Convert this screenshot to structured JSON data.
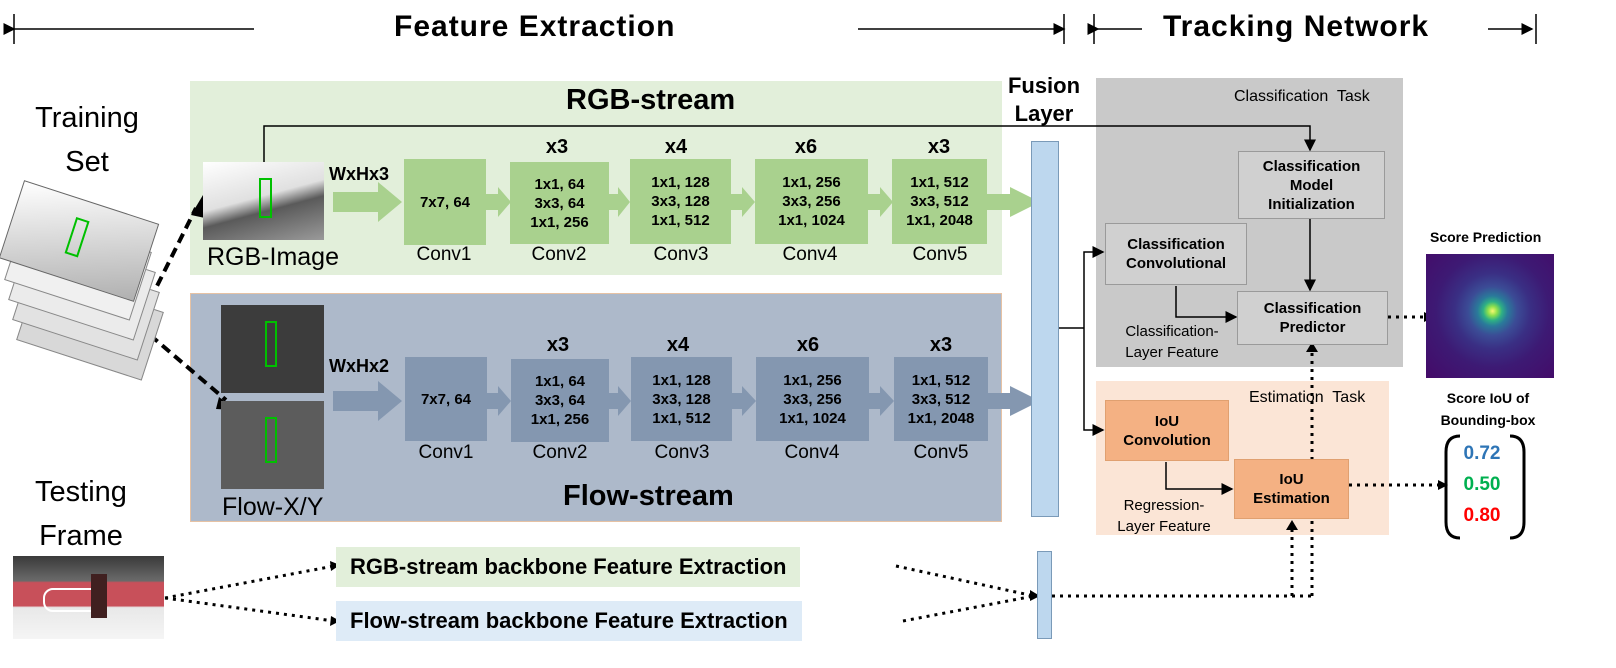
{
  "headers": {
    "feature_extraction": "Feature Extraction",
    "tracking_network": "Tracking Network"
  },
  "left": {
    "training_set": "Training\nSet",
    "testing_frame": "Testing\nFrame"
  },
  "rgb_stream": {
    "title": "RGB-stream",
    "image_label": "RGB-Image",
    "input_dims": "WxHx3",
    "blocks": [
      {
        "mult": "",
        "text": "7x7, 64",
        "caption": "Conv1"
      },
      {
        "mult": "x3",
        "text": "1x1, 64\n3x3, 64\n1x1, 256",
        "caption": "Conv2"
      },
      {
        "mult": "x4",
        "text": "1x1, 128\n3x3, 128\n1x1, 512",
        "caption": "Conv3"
      },
      {
        "mult": "x6",
        "text": "1x1, 256\n3x3, 256\n1x1, 1024",
        "caption": "Conv4"
      },
      {
        "mult": "x3",
        "text": "1x1, 512\n3x3, 512\n1x1, 2048",
        "caption": "Conv5"
      }
    ]
  },
  "flow_stream": {
    "title": "Flow-stream",
    "image_label": "Flow-X/Y",
    "input_dims": "WxHx2",
    "blocks": [
      {
        "mult": "",
        "text": "7x7, 64",
        "caption": "Conv1"
      },
      {
        "mult": "x3",
        "text": "1x1, 64\n3x3, 64\n1x1, 256",
        "caption": "Conv2"
      },
      {
        "mult": "x4",
        "text": "1x1, 128\n3x3, 128\n1x1, 512",
        "caption": "Conv3"
      },
      {
        "mult": "x6",
        "text": "1x1, 256\n3x3, 256\n1x1, 1024",
        "caption": "Conv4"
      },
      {
        "mult": "x3",
        "text": "1x1, 512\n3x3, 512\n1x1, 2048",
        "caption": "Conv5"
      }
    ]
  },
  "fusion": {
    "label": "Fusion\nLayer"
  },
  "classification": {
    "task": "Classification  Task",
    "model_init": "Classification\nModel\nInitialization",
    "convolutional": "Classification\nConvolutional",
    "predictor": "Classification\nPredictor",
    "feature": "Classification-\nLayer Feature"
  },
  "estimation": {
    "task": "Estimation  Task",
    "iou_conv": "IoU\nConvolution",
    "iou_est": "IoU\nEstimation",
    "feature": "Regression-\nLayer Feature"
  },
  "outputs": {
    "score_prediction": "Score Prediction",
    "score_iou": "Score IoU of\nBounding-box",
    "scores": [
      {
        "value": "0.72",
        "color": "#2e75b6"
      },
      {
        "value": "0.50",
        "color": "#00b050"
      },
      {
        "value": "0.80",
        "color": "#ff0000"
      }
    ]
  },
  "backbones": {
    "rgb": "RGB-stream backbone Feature Extraction",
    "flow": "Flow-stream backbone Feature Extraction"
  },
  "colors": {
    "rgb_panel": "#e2efda",
    "rgb_block": "#a9d18e",
    "flow_panel": "#adb9ca",
    "flow_block": "#8497b0",
    "fusion": "#bdd7ee",
    "class_panel": "#c9c9c9",
    "est_panel": "#fbe5d6",
    "iou_box": "#f4b183"
  }
}
